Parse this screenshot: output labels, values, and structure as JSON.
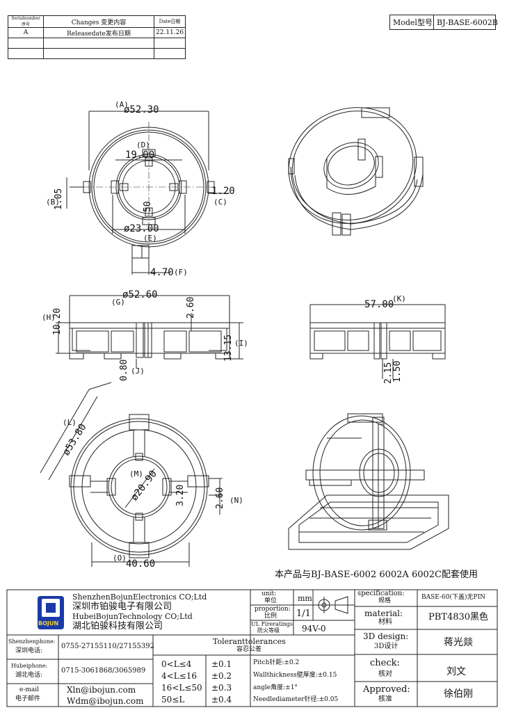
{
  "revision_table": {
    "headers": [
      "Serialnumber序号",
      "Changes 变更内容",
      "Date日期"
    ],
    "rows": [
      [
        "A",
        "Releasedate发布日期",
        "22.11.26"
      ],
      [
        "",
        "",
        ""
      ],
      [
        "",
        "",
        ""
      ]
    ]
  },
  "model": {
    "label": "Model型号",
    "value": "BJ-BASE-6002B"
  },
  "dims_top": {
    "a": "(A)",
    "a_val": "ø52.30",
    "d": "(D)",
    "d_val": "19.00",
    "b": "(B)",
    "b_val": "1.05",
    "c": "(C)",
    "c_val": "1.20",
    "center_val": "50",
    "e_val": "ø23.00",
    "e": "(E)",
    "f_val": "4.70",
    "f": "(F)"
  },
  "dims_side": {
    "g": "(G)",
    "g_val": "ø52.60",
    "h": "(H)",
    "h_val": "10.20",
    "rib_val": "2.60",
    "i": "(I)",
    "i_val": "13.15",
    "j_val": "0.80",
    "j": "(J)"
  },
  "dims_side2": {
    "k": "(K)",
    "k_val": "57.00",
    "v1": "2.15",
    "v2": "1.50"
  },
  "dims_bottom": {
    "l": "(L)",
    "l_val": "ø53.80",
    "m": "(M)",
    "m_val": "ø20.90",
    "v_val": "3.20",
    "n_val": "2.60",
    "n": "(N)",
    "o": "(O)",
    "o_val": "40.60"
  },
  "note": "本产品与BJ-BASE-6002 6002A 6002C配套使用",
  "title_block": {
    "company_en1": "ShenzhenBojunElectronics CO;Ltd",
    "company_cn1": "深圳市铂骏电子有限公司",
    "company_en2": "HubeiBojunTechnology CO;Ltd",
    "company_cn2": "湖北铂骏科技有限公司",
    "logo_text": "BOJUN",
    "unit_label_en": "unit:",
    "unit_label_cn": "单位",
    "unit_value": "mm",
    "proportion_en": "proportion:",
    "proportion_cn": "比例",
    "proportion_value": "1/1",
    "fire_en": "UL Fireratings",
    "fire_cn": "防火等级",
    "fire_value": "94V-0",
    "spec_en": "specification:",
    "spec_cn": "规格",
    "spec_value": "BASE-60(下盖)无PIN",
    "material_en": "material:",
    "material_cn": "材料",
    "material_value": "PBT4830黑色",
    "design_en": "3D design:",
    "design_cn": "3D设计",
    "design_value": "蒋光燚",
    "check_en": "check:",
    "check_cn": "核对",
    "check_value": "刘文",
    "approved_en": "Approved:",
    "approved_cn": "核准",
    "approved_value": "徐伯刚",
    "sz_phone_en": "Shenzhenphone:",
    "sz_phone_cn": "深圳电话:",
    "sz_phone_value": "0755-27155110/27155392",
    "hb_phone_en": "Hubeiphone:",
    "hb_phone_cn": "湖北电话:",
    "hb_phone_value": "0715-3061868/3065989",
    "email_en": "e-mail",
    "email_cn": "电子邮件",
    "email1": "Xln@ibojun.com",
    "email2": "Wdm@ibojun.com",
    "tol_title_en": "Toleranttolerances",
    "tol_title_cn": "容忍公差",
    "tol_ranges": [
      "0<L≤4",
      "4<L≤16",
      "16<L≤50",
      "50≤L"
    ],
    "tol_values": [
      "±0.1",
      "±0.2",
      "±0.3",
      "±0.4"
    ],
    "pitch": "Pitch针距:±0.2",
    "wall": "Wallthickness壁厚度:±0.15",
    "angle": "angle角度:±1°",
    "needle": "Needlediameter针径:±0.05"
  }
}
